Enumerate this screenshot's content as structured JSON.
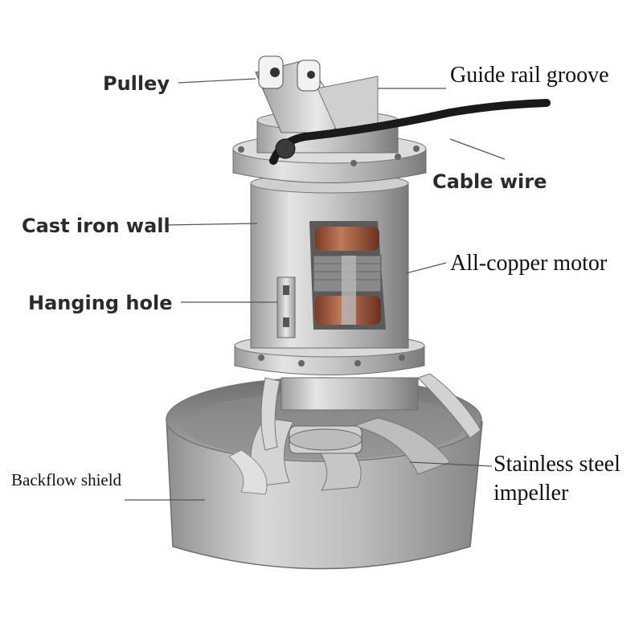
{
  "labels": {
    "pulley": "Pulley",
    "guide_rail_groove": "Guide rail groove",
    "cable_wire": "Cable wire",
    "cast_iron_wall": "Cast iron wall",
    "all_copper_motor": "All-copper motor",
    "hanging_hole": "Hanging hole",
    "backflow_shield": "Backflow shield",
    "stainless_steel_impeller_line1": "Stainless steel",
    "stainless_steel_impeller_line2": "impeller"
  },
  "colors": {
    "steel_light": "#e6e6e6",
    "steel_mid": "#b8b8b8",
    "steel_dark": "#7d7d7d",
    "copper": "#a0523a",
    "cable": "#1a1a1a",
    "leader_line": "#555555"
  }
}
